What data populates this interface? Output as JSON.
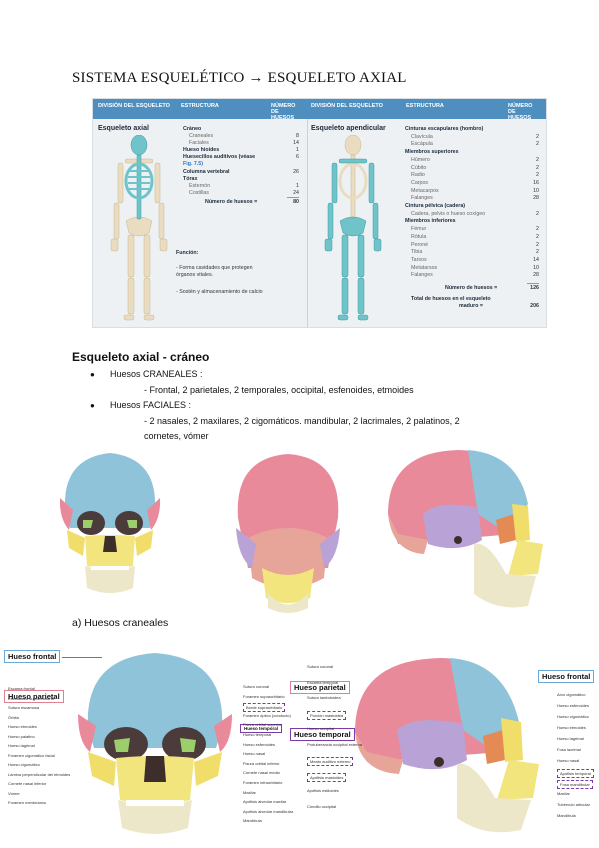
{
  "title": "SISTEMA ESQUELÉTICO → ESQUELETO AXIAL",
  "table": {
    "headers": {
      "division": "DIVISIÓN DEL ESQUELETO",
      "estructura": "ESTRUCTURA",
      "numero": "NÚMERO DE HUESOS",
      "division2": "DIVISIÓN DEL ESQUELETO",
      "estructura2": "ESTRUCTURA",
      "numero2": "NÚMERO DE HUESOS"
    },
    "axial": {
      "title": "Esqueleto axial",
      "rows": [
        {
          "label": "Cráneo",
          "num": "",
          "style": "b"
        },
        {
          "label": "Craneales",
          "num": "8",
          "style": "i"
        },
        {
          "label": "Faciales",
          "num": "14",
          "style": "i"
        },
        {
          "label": "Hueso hioides",
          "num": "1",
          "style": "b"
        },
        {
          "label": "Huesecillos auditivos (véase",
          "num": "6",
          "style": "b"
        },
        {
          "label": "Fig. 7.5)",
          "num": "",
          "style": "link"
        },
        {
          "label": "Columna vertebral",
          "num": "26",
          "style": "b"
        },
        {
          "label": "Tórax",
          "num": "",
          "style": "b"
        },
        {
          "label": "Esternón",
          "num": "1",
          "style": "i"
        },
        {
          "label": "Costillas",
          "num": "24",
          "style": "i"
        }
      ],
      "total_label": "Número de huesos =",
      "total": "80",
      "funcion_title": "Función:",
      "funcion_1": "- Forma cavidades que protegen órganos vitales.",
      "funcion_2": "- Sostén y almacenamiento de calcio"
    },
    "apendicular": {
      "title": "Esqueleto apendicular",
      "rows": [
        {
          "label": "Cinturas escapulares (hombro)",
          "num": "",
          "style": "b"
        },
        {
          "label": "Clavícula",
          "num": "2",
          "style": "i"
        },
        {
          "label": "Escápula",
          "num": "2",
          "style": "i"
        },
        {
          "label": "Miembros superiores",
          "num": "",
          "style": "b"
        },
        {
          "label": "Húmero",
          "num": "2",
          "style": "i"
        },
        {
          "label": "Cúbito",
          "num": "2",
          "style": "i"
        },
        {
          "label": "Radio",
          "num": "2",
          "style": "i"
        },
        {
          "label": "Carpos",
          "num": "16",
          "style": "i"
        },
        {
          "label": "Metacarpos",
          "num": "10",
          "style": "i"
        },
        {
          "label": "Falanges",
          "num": "28",
          "style": "i"
        },
        {
          "label": "Cintura pélvica (cadera)",
          "num": "",
          "style": "b"
        },
        {
          "label": "Cadera, pelvis o hueso coxígeo",
          "num": "2",
          "style": "i"
        },
        {
          "label": "Miembros inferiores",
          "num": "",
          "style": "b"
        },
        {
          "label": "Fémur",
          "num": "2",
          "style": "i"
        },
        {
          "label": "Rótula",
          "num": "2",
          "style": "i"
        },
        {
          "label": "Peroné",
          "num": "2",
          "style": "i"
        },
        {
          "label": "Tibia",
          "num": "2",
          "style": "i"
        },
        {
          "label": "Tarsos",
          "num": "14",
          "style": "i"
        },
        {
          "label": "Metatarsos",
          "num": "10",
          "style": "i"
        },
        {
          "label": "Falanges",
          "num": "28",
          "style": "i"
        }
      ],
      "total_label": "Número de huesos =",
      "total": "126",
      "grand_total_label_1": "Total de huesos en el esqueleto",
      "grand_total_label_2": "maduro =",
      "grand_total": "206"
    }
  },
  "section": {
    "heading": "Esqueleto axial - cráneo",
    "bullet1": "Huesos CRANEALES :",
    "bullet1_detail": "- Frontal, 2 parietales, 2 temporales, occipital, esfenoides, etmoides",
    "bullet2": "Huesos FACIALES :",
    "bullet2_detail_1": "- 2 nasales, 2 maxilares, 2 cigomáticos. mandibular, 2 lacrimales, 2 palatinos, 2",
    "bullet2_detail_2": "cornetes, vómer",
    "bullet_symbol": "●"
  },
  "subsection": "a) Huesos craneales",
  "front_labels": {
    "frontal": "Hueso frontal",
    "parietal": "Hueso parietal",
    "temporal": "Hueso temporal",
    "left": [
      "Escama frontal",
      "Escotadura supraorbitaria",
      "Sutura escamosa",
      "Órbita",
      "Hueso etmoides",
      "Hueso palatino",
      "Hueso lagrimal",
      "Foramen cigomático facial",
      "Hueso cigomático",
      "Lámina perpendicular del etmoides",
      "Cornete nasal inferior",
      "Vómer",
      "Foramen mentoniano"
    ],
    "right": [
      "Sutura coronal",
      "Foramen supraorbitario",
      "Borde supraorbitario",
      "Foramen óptico (conducto)",
      "Fisura orbital superior",
      "Hueso temporal",
      "Hueso esfenoides",
      "Hueso nasal",
      "Fisura orbital inferior",
      "Cornete nasal medio",
      "Foramen infraorbitario",
      "Maxilar",
      "Apófisis alveolar maxilar",
      "Apófisis alveolar mandibular",
      "Mandíbula"
    ]
  },
  "lateral_labels": {
    "frontal": "Hueso frontal",
    "parietal": "Hueso parietal",
    "temporal": "Hueso temporal",
    "left": [
      "Sutura coronal",
      "Escama temporal",
      "Sutura lambdoidea",
      "Porción mastoidea",
      "Hueso occipital",
      "Protuberancia occipital externa",
      "Meato auditivo externo",
      "Apófisis mastoides",
      "Apófisis estiloides",
      "Cóndilo occipital"
    ],
    "right": [
      "Arco cigomático",
      "Hueso esfenoides",
      "Hueso cigomático",
      "Hueso etmoides",
      "Hueso lagrimal",
      "Fosa lacrimal",
      "Hueso nasal",
      "Apófisis temporal",
      "Fosa mandibular",
      "Maxilar",
      "Tubérculo articular",
      "Mandíbula"
    ]
  },
  "colors": {
    "frontal": "#8fc3d9",
    "parietal": "#e98a9a",
    "temporal": "#b9a2d6",
    "occipital": "#e7a59a",
    "sphenoid": "#e38a55",
    "zygomatic": "#f0dd6a",
    "maxilla": "#f2e57d",
    "mandible": "#ede7c9",
    "ethmoid": "#9ccf6b",
    "header": "#4e8fbf"
  }
}
